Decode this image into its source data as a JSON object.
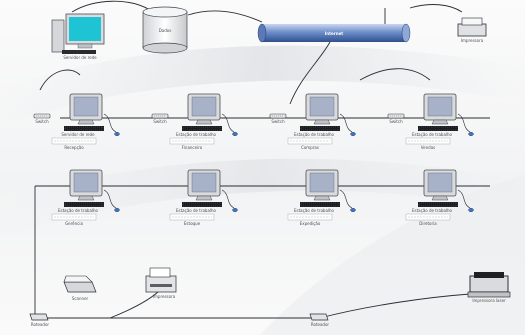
{
  "diagram": {
    "backbone_label": "Internet",
    "database_label": "Dados",
    "monitor_color": "#1fc4d4",
    "screen_color": "#a7b2c8",
    "backbone_color": "#4d6fae",
    "top_workstation": {
      "caption": "Servidor de rede"
    },
    "top_printer": {
      "caption": "Impressora"
    },
    "rows": [
      {
        "nodes": [
          {
            "label": "Servidor de rede",
            "caption": "Recepção",
            "switch_label": "Switch"
          },
          {
            "label": "Estação de trabalho",
            "caption": "Financeiro",
            "switch_label": "Switch"
          },
          {
            "label": "Estação de trabalho",
            "caption": "Compras",
            "switch_label": "Switch"
          },
          {
            "label": "Estação de trabalho",
            "caption": "Vendas",
            "switch_label": "Switch"
          }
        ]
      },
      {
        "nodes": [
          {
            "label": "Estação de trabalho",
            "caption": "Gerência",
            "switch_label": ""
          },
          {
            "label": "Estação de trabalho",
            "caption": "Estoque",
            "switch_label": ""
          },
          {
            "label": "Estação de trabalho",
            "caption": "Expedição",
            "switch_label": ""
          },
          {
            "label": "Estação de trabalho",
            "caption": "Diretoria",
            "switch_label": ""
          }
        ]
      }
    ],
    "bottom": {
      "scanner_label": "Scanner",
      "printer_label": "Impressora",
      "laser_label": "Impressora laser",
      "router_left_label": "Roteador",
      "router_right_label": "Roteador"
    }
  }
}
